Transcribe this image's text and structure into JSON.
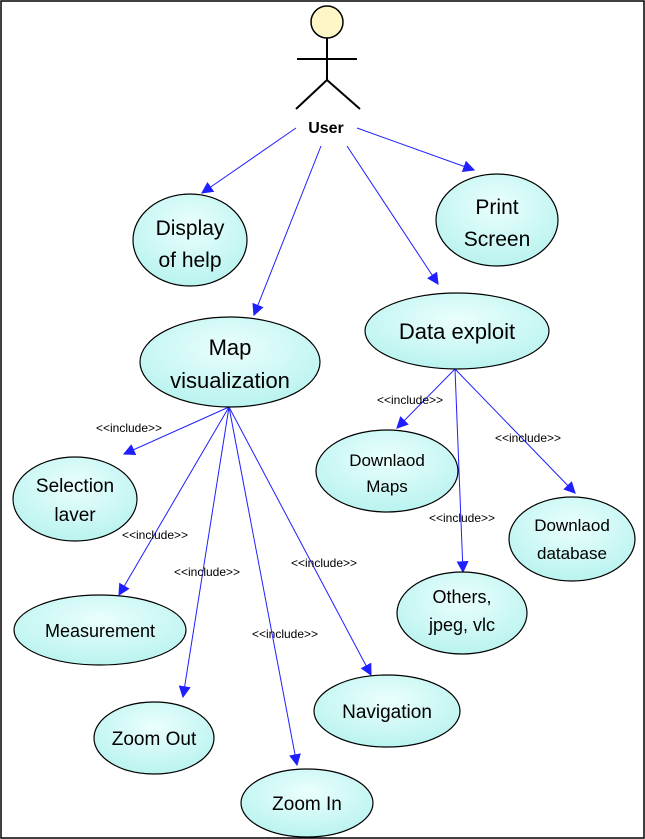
{
  "actor": {
    "label": "User"
  },
  "use_cases": {
    "display_help": [
      "Display",
      "of help"
    ],
    "print_screen": [
      "Print",
      "Screen"
    ],
    "map_visualization": [
      "Map",
      "visualization"
    ],
    "data_exploit": [
      "Data exploit"
    ],
    "selection_layer": [
      "Selection",
      "laver"
    ],
    "measurement": [
      "Measurement"
    ],
    "zoom_out": [
      "Zoom Out"
    ],
    "zoom_in": [
      "Zoom In"
    ],
    "navigation": [
      "Navigation"
    ],
    "download_maps": [
      "Downlaod",
      "Maps"
    ],
    "download_database": [
      "Downlaod",
      "database"
    ],
    "others": [
      "Others,",
      "jpeg, vlc"
    ]
  },
  "include_label": "<<include>>",
  "colors": {
    "usecase_fill": "#ccfbf6",
    "line": "#1f1fff",
    "actor_head": "#fff6c8"
  }
}
